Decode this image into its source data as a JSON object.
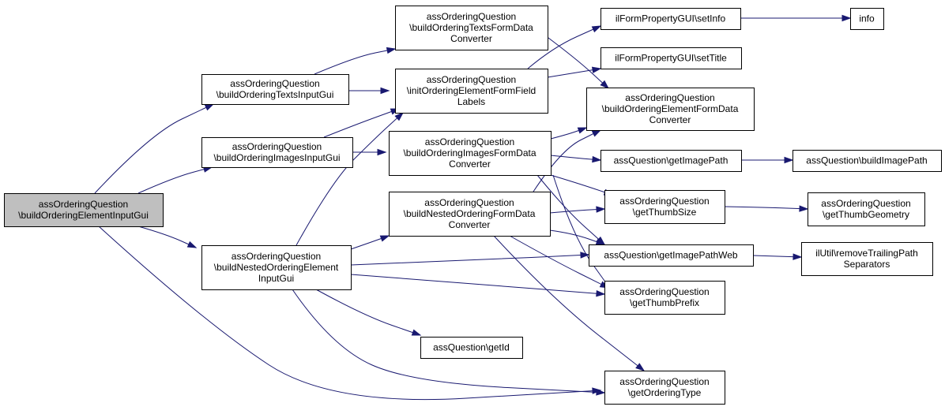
{
  "diagram": {
    "type": "call-graph",
    "colors": {
      "edge": "#191970",
      "root_fill": "#bfbfbf",
      "node_fill": "#ffffff",
      "border": "#000000"
    },
    "nodes": [
      {
        "id": "root",
        "lines": [
          "assOrderingQuestion",
          "\\buildOrderingElementInputGui"
        ]
      },
      {
        "id": "texts_input",
        "lines": [
          "assOrderingQuestion",
          "\\buildOrderingTextsInputGui"
        ]
      },
      {
        "id": "images_input",
        "lines": [
          "assOrderingQuestion",
          "\\buildOrderingImagesInputGui"
        ]
      },
      {
        "id": "nested_input",
        "lines": [
          "assOrderingQuestion",
          "\\buildNestedOrderingElement",
          "InputGui"
        ]
      },
      {
        "id": "texts_conv",
        "lines": [
          "assOrderingQuestion",
          "\\buildOrderingTextsFormData",
          "Converter"
        ]
      },
      {
        "id": "init_labels",
        "lines": [
          "assOrderingQuestion",
          "\\initOrderingElementFormField",
          "Labels"
        ]
      },
      {
        "id": "images_conv",
        "lines": [
          "assOrderingQuestion",
          "\\buildOrderingImagesFormData",
          "Converter"
        ]
      },
      {
        "id": "nested_conv",
        "lines": [
          "assOrderingQuestion",
          "\\buildNestedOrderingFormData",
          "Converter"
        ]
      },
      {
        "id": "get_id",
        "lines": [
          "assQuestion\\getId"
        ]
      },
      {
        "id": "set_info",
        "lines": [
          "ilFormPropertyGUI\\setInfo"
        ]
      },
      {
        "id": "set_title",
        "lines": [
          "ilFormPropertyGUI\\setTitle"
        ]
      },
      {
        "id": "element_conv",
        "lines": [
          "assOrderingQuestion",
          "\\buildOrderingElementFormData",
          "Converter"
        ]
      },
      {
        "id": "get_image_path",
        "lines": [
          "assQuestion\\getImagePath"
        ]
      },
      {
        "id": "thumb_size",
        "lines": [
          "assOrderingQuestion",
          "\\getThumbSize"
        ]
      },
      {
        "id": "image_path_web",
        "lines": [
          "assQuestion\\getImagePathWeb"
        ]
      },
      {
        "id": "thumb_prefix",
        "lines": [
          "assOrderingQuestion",
          "\\getThumbPrefix"
        ]
      },
      {
        "id": "ordering_type",
        "lines": [
          "assOrderingQuestion",
          "\\getOrderingType"
        ]
      },
      {
        "id": "info",
        "lines": [
          "info"
        ]
      },
      {
        "id": "build_image_path",
        "lines": [
          "assQuestion\\buildImagePath"
        ]
      },
      {
        "id": "thumb_geometry",
        "lines": [
          "assOrderingQuestion",
          "\\getThumbGeometry"
        ]
      },
      {
        "id": "remove_trailing",
        "lines": [
          "ilUtil\\removeTrailingPath",
          "Separators"
        ]
      }
    ],
    "edges": [
      [
        "root",
        "texts_input"
      ],
      [
        "root",
        "images_input"
      ],
      [
        "root",
        "nested_input"
      ],
      [
        "root",
        "ordering_type"
      ],
      [
        "texts_input",
        "texts_conv"
      ],
      [
        "texts_input",
        "init_labels"
      ],
      [
        "images_input",
        "init_labels"
      ],
      [
        "images_input",
        "images_conv"
      ],
      [
        "nested_input",
        "init_labels"
      ],
      [
        "nested_input",
        "nested_conv"
      ],
      [
        "nested_input",
        "image_path_web"
      ],
      [
        "nested_input",
        "thumb_prefix"
      ],
      [
        "nested_input",
        "get_id"
      ],
      [
        "nested_input",
        "ordering_type"
      ],
      [
        "texts_conv",
        "element_conv"
      ],
      [
        "init_labels",
        "set_info"
      ],
      [
        "init_labels",
        "set_title"
      ],
      [
        "images_conv",
        "element_conv"
      ],
      [
        "images_conv",
        "get_image_path"
      ],
      [
        "images_conv",
        "thumb_size"
      ],
      [
        "images_conv",
        "image_path_web"
      ],
      [
        "images_conv",
        "thumb_prefix"
      ],
      [
        "nested_conv",
        "element_conv"
      ],
      [
        "nested_conv",
        "thumb_size"
      ],
      [
        "nested_conv",
        "image_path_web"
      ],
      [
        "nested_conv",
        "thumb_prefix"
      ],
      [
        "nested_conv",
        "ordering_type"
      ],
      [
        "set_info",
        "info"
      ],
      [
        "get_image_path",
        "build_image_path"
      ],
      [
        "thumb_size",
        "thumb_geometry"
      ],
      [
        "image_path_web",
        "remove_trailing"
      ]
    ]
  }
}
